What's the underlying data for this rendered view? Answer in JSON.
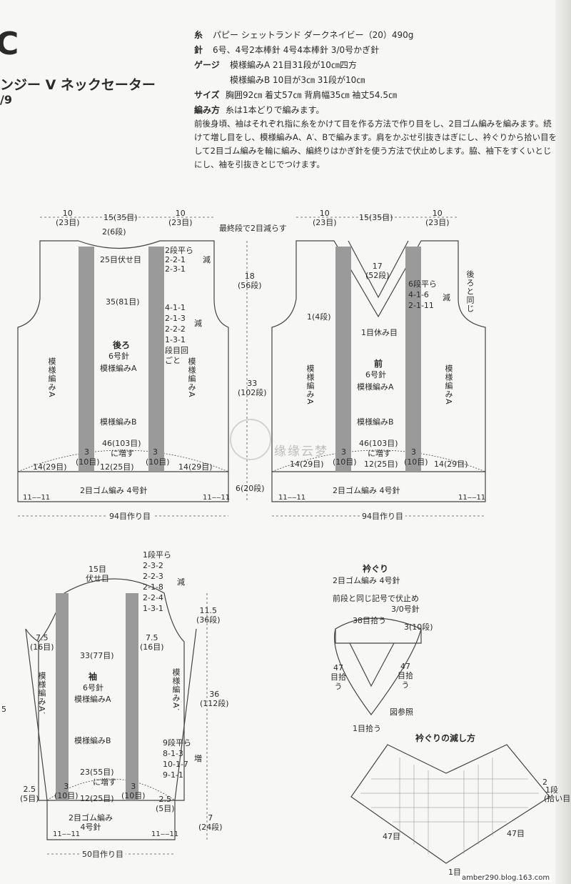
{
  "header": {
    "letter": "C",
    "title": "ンジー V ネックセーター",
    "subtitle": "/9"
  },
  "materials": [
    {
      "key": "糸",
      "value": "パピー シェットランド  ダークネイビー（20）490g"
    },
    {
      "key": "針",
      "value": "6号、4号2本棒針  4号4本棒針  3/0号かぎ針"
    },
    {
      "key": "ゲージ",
      "value": "模様編みA  21目31段が10㎝四方"
    },
    {
      "key": "",
      "value": "模様編みB  10目が3㎝  31段が10㎝"
    },
    {
      "key": "サイズ",
      "value": "胸囲92㎝  着丈57㎝  背肩幅35㎝  袖丈54.5㎝"
    },
    {
      "key": "編み方",
      "value": "糸は1本どりで編みます。"
    }
  ],
  "instructions": "前後身頃、袖はそれぞれ指に糸をかけて目を作る方法で作り目をし、2目ゴム編みを編みます。続けて増し目をし、模様編みA、A′、Bで編みます。肩をかぶせ引抜きはぎにし、衿ぐりから拾い目をして2目ゴム編みを輪に編み、編終りはかぎ針を使う方法で伏止めします。脇、袖下をすくいとじにし、袖を引抜きとじでつけます。",
  "back": {
    "top_dims": [
      "10",
      "(23目)",
      "15(35目)",
      "10",
      "(23目)"
    ],
    "neck": "2(6段)",
    "neck_bind": "25目伏せ目",
    "shoulder_dec": [
      "2段平ら",
      "2-2-1",
      "2-3-1"
    ],
    "dec_label": "減",
    "width_35": "35(81目)",
    "arm_dec": [
      "4-1-1",
      "2-1-3",
      "2-2-2",
      "1-3-1"
    ],
    "arm_dec_note": "段目回",
    "arm_dec_note2": "ごと",
    "title": "後ろ",
    "needle": "6号針",
    "pattern": "模様編みA",
    "pattern_side": "模様編みA",
    "pattern_b": "模様編みB",
    "inc": "46(103目)",
    "inc2": "に増す",
    "bottom": [
      "14(29目)",
      "3",
      "(10目)",
      "12(25目)",
      "3",
      "(10目)",
      "14(29目)"
    ],
    "rib": "2目ゴム編み  4号針",
    "rib_mark": "11‒‒11",
    "cast_on": "94目作り目"
  },
  "heights": {
    "h1": "18",
    "h1s": "(56段)",
    "h2": "33",
    "h2s": "(102段)",
    "h3": "6(20段)",
    "last_row": "最終段で2目減らす"
  },
  "front": {
    "top_dims": [
      "10",
      "(23目)",
      "15(35目)",
      "10",
      "(23目)"
    ],
    "v_height": "17",
    "v_rows": "(52段)",
    "v_dec": [
      "6段平ら",
      "4-1-6",
      "2-1-11"
    ],
    "dec_label": "減",
    "same_as_back": "後ろと同じ",
    "v_start": "1(4段)",
    "v_rest": "1目休み目",
    "title": "前",
    "needle": "6号針",
    "pattern": "模様編みA",
    "pattern_side": "模様編みA",
    "pattern_b": "模様編みB",
    "inc": "46(103目)",
    "inc2": "に増す",
    "bottom": [
      "14(29目)",
      "3",
      "(10目)",
      "12(25目)",
      "3",
      "(10目)",
      "14(29目)"
    ],
    "rib": "2目ゴム編み  4号針",
    "cast_on": "94目作り目"
  },
  "sleeve": {
    "top_bind": "15目",
    "top_bind2": "伏せ目",
    "cap_dec": [
      "1段平ら",
      "2-3-2",
      "2-2-3",
      "2-1-8",
      "2-2-4",
      "1-3-1"
    ],
    "dec_label": "減",
    "cap_h": "11.5",
    "cap_rows": "(36段)",
    "side": [
      "7.5",
      "(16目)"
    ],
    "width": "33(77目)",
    "title": "袖",
    "needle": "6号針",
    "pattern": "模様編みA",
    "pattern_side": "模様編みA′",
    "pattern_b": "模様編みB",
    "len": "36",
    "len_rows": "(112段)",
    "inc_seq": [
      "9段平ら",
      "8-1-3",
      "10-1-7",
      "9-1-1"
    ],
    "inc_label": "増",
    "inc": "23(55目)",
    "inc2": "に増す",
    "bottom": [
      "2.5",
      "(5目)",
      "3",
      "(10目)",
      "12(25目)",
      "3",
      "(10目)",
      "2.5",
      "(5目)"
    ],
    "rib": "2目ゴム編み",
    "rib2": "4号針",
    "cuff_h": "7",
    "cuff_rows": "(24段)",
    "cast_on": "50目作り目",
    "left_margin": "5"
  },
  "collar": {
    "title": "衿ぐり",
    "sub": "2目ゴム編み  4号針",
    "note": "前段と同じ記号で伏止め",
    "hook": "3/0号針",
    "pick_back": "38目拾う",
    "width": "3(10段)",
    "pick_left": "47目拾う",
    "pick_right": "47目拾う",
    "see": "図参照",
    "center": "1目拾う"
  },
  "chart": {
    "title": "衿ぐりの減し方",
    "right_top": "2",
    "right_mid": "1段",
    "right_bot": "(拾い目)",
    "left_count": "47目",
    "right_count": "47目",
    "center": "1目"
  },
  "watermark": "缘缘云梦",
  "footer": "amber290.blog.163.com"
}
